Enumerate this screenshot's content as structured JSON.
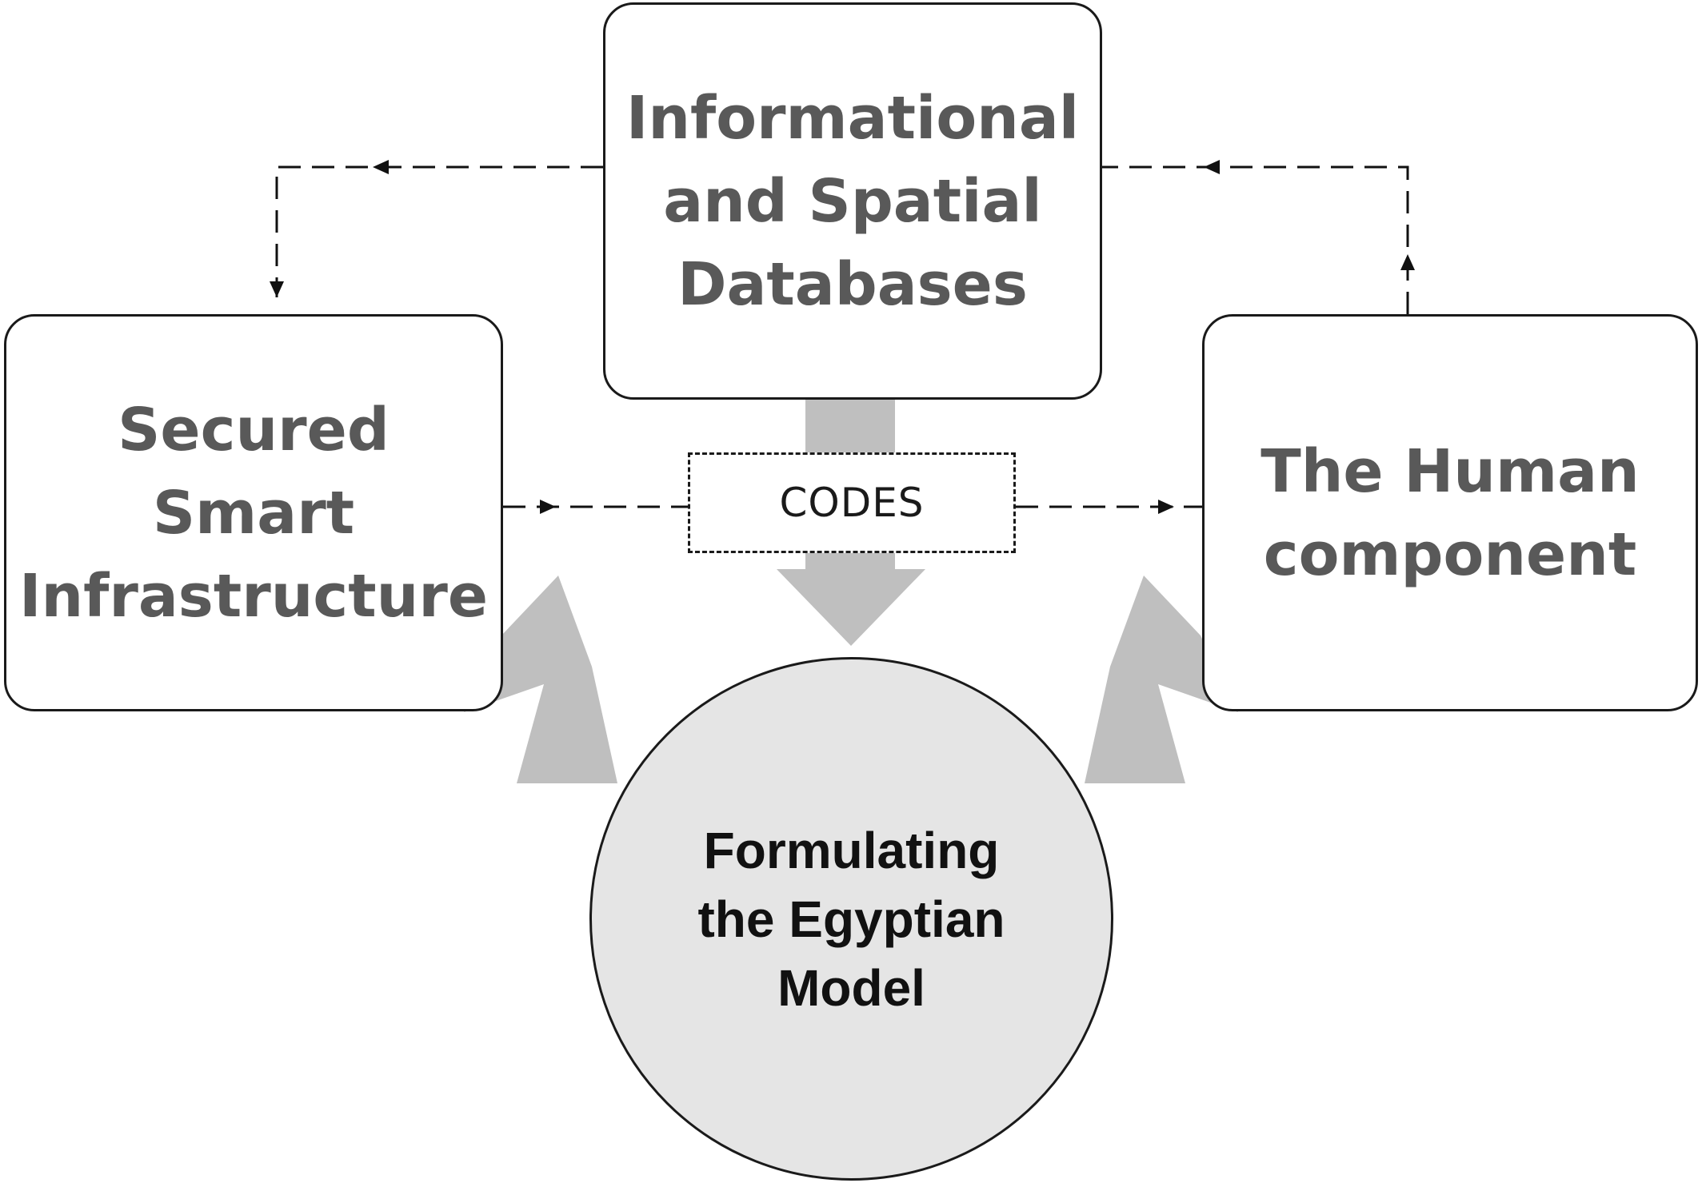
{
  "nodes": {
    "databases": "Informational\nand Spatial\nDatabases",
    "infrastructure": "Secured\nSmart\nInfrastructure",
    "human": "The Human\ncomponent",
    "model": "Formulating\nthe Egyptian\nModel"
  },
  "codes_label": "CODES",
  "colors": {
    "box_border": "#1a1a1a",
    "box_text": "#595959",
    "arrow_fill": "#bfbfbf",
    "circle_fill": "#e5e5e5",
    "model_text": "#111111"
  }
}
